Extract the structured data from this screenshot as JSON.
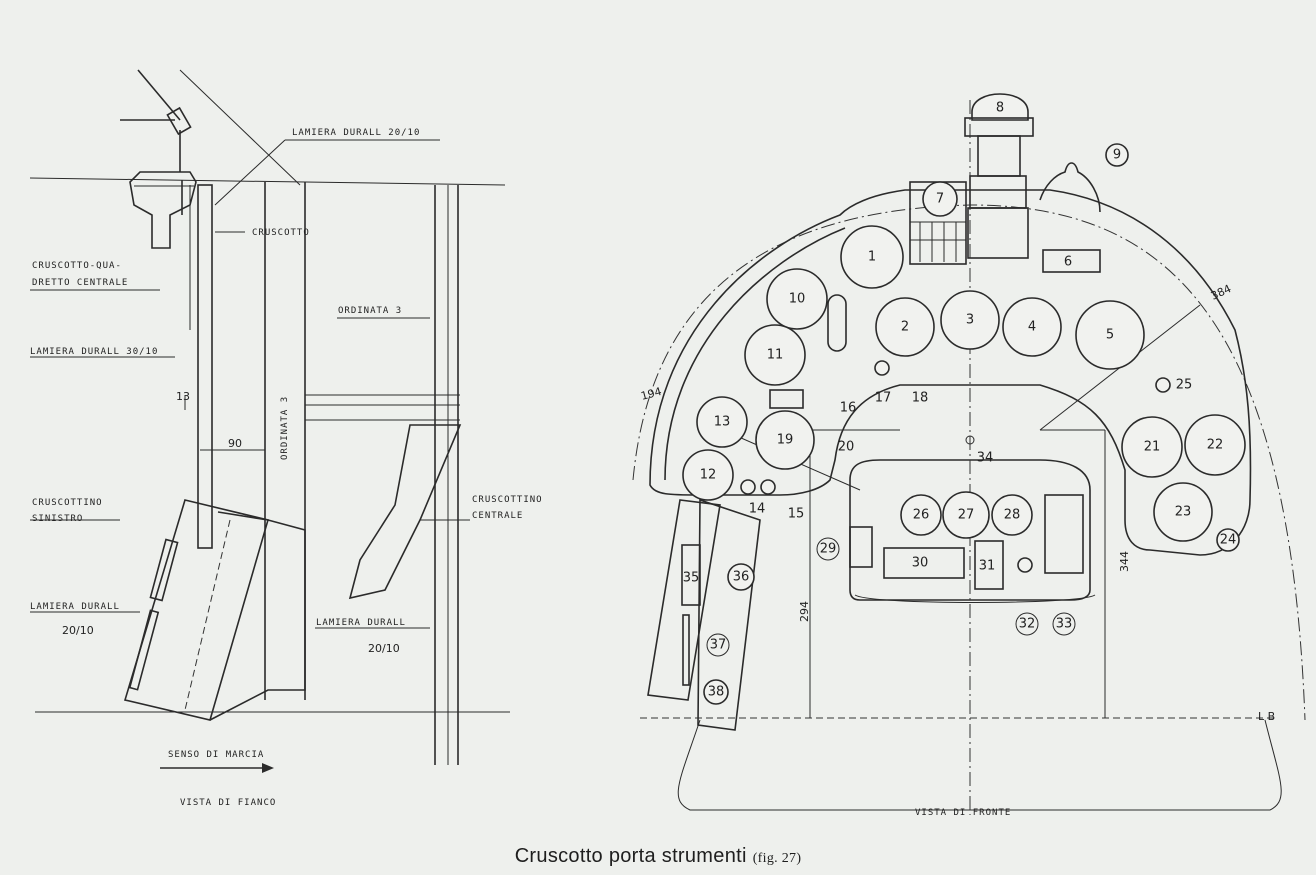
{
  "caption": {
    "title": "Cruscotto porta strumenti",
    "fig_ref": "(fig. 27)"
  },
  "side_view": {
    "labels": {
      "lamiera_top": "LAMIERA DURALL 20/10",
      "cruscotto": "CRUSCOTTO",
      "cruscotto_quadretto_1": "CRUSCOTTO-QUA-",
      "cruscotto_quadretto_2": "DRETTO CENTRALE",
      "ordinata_3": "ORDINATA 3",
      "lamiera_30": "LAMIERA DURALL 30/10",
      "ordinata_vert": "ORDINATA 3",
      "dim_13": "13",
      "dim_90": "90",
      "cruscottino_sinistro_1": "CRUSCOTTINO",
      "cruscottino_sinistro_2": "SINISTRO",
      "cruscottino_centrale_1": "CRUSCOTTINO",
      "cruscottino_centrale_2": "CENTRALE",
      "lamiera_left_1": "LAMIERA DURALL",
      "lamiera_left_2": "20/10",
      "lamiera_right_1": "LAMIERA DURALL",
      "lamiera_right_2": "20/10",
      "senso_marcia": "SENSO DI MARCIA",
      "vista_fianco": "VISTA DI FIANCO"
    }
  },
  "front_view": {
    "labels": {
      "vista_fronte": "VISTA DI FRONTE",
      "dim_384": "384",
      "dim_194": "194",
      "dim_294": "294",
      "dim_344": "344",
      "lb": "L B"
    },
    "instruments": [
      {
        "id": "1",
        "label": "1"
      },
      {
        "id": "2",
        "label": "2"
      },
      {
        "id": "3",
        "label": "3"
      },
      {
        "id": "4",
        "label": "4"
      },
      {
        "id": "5",
        "label": "5"
      },
      {
        "id": "6",
        "label": "6"
      },
      {
        "id": "7",
        "label": "7"
      },
      {
        "id": "8",
        "label": "8"
      },
      {
        "id": "9",
        "label": "9"
      },
      {
        "id": "10",
        "label": "10"
      },
      {
        "id": "11",
        "label": "11"
      },
      {
        "id": "12",
        "label": "12"
      },
      {
        "id": "13",
        "label": "13"
      },
      {
        "id": "14",
        "label": "14"
      },
      {
        "id": "15",
        "label": "15"
      },
      {
        "id": "16",
        "label": "16"
      },
      {
        "id": "17",
        "label": "17"
      },
      {
        "id": "18",
        "label": "18"
      },
      {
        "id": "19",
        "label": "19"
      },
      {
        "id": "20",
        "label": "20"
      },
      {
        "id": "21",
        "label": "21"
      },
      {
        "id": "22",
        "label": "22"
      },
      {
        "id": "23",
        "label": "23"
      },
      {
        "id": "24",
        "label": "24"
      },
      {
        "id": "25",
        "label": "25"
      },
      {
        "id": "26",
        "label": "26"
      },
      {
        "id": "27",
        "label": "27"
      },
      {
        "id": "28",
        "label": "28"
      },
      {
        "id": "29",
        "label": "29"
      },
      {
        "id": "30",
        "label": "30"
      },
      {
        "id": "31",
        "label": "31"
      },
      {
        "id": "32",
        "label": "32"
      },
      {
        "id": "33",
        "label": "33"
      },
      {
        "id": "34",
        "label": "34"
      },
      {
        "id": "35",
        "label": "35"
      },
      {
        "id": "36",
        "label": "36"
      },
      {
        "id": "37",
        "label": "37"
      },
      {
        "id": "38",
        "label": "38"
      }
    ]
  }
}
